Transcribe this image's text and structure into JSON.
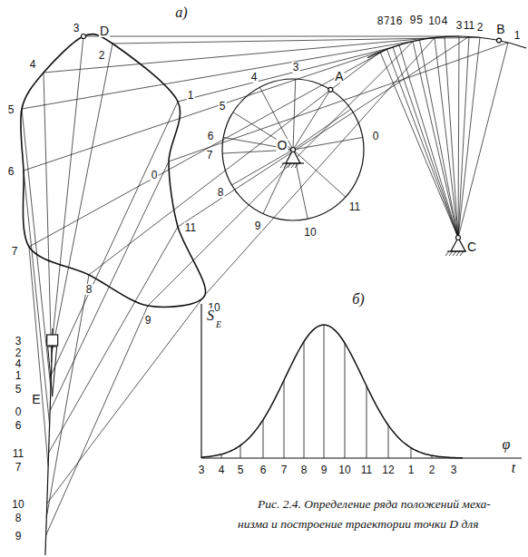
{
  "diagram": {
    "caption": "Рис. 2.4. Определение ряда положений меха- низма и построение траектории точки D для",
    "labels": [
      "а)",
      "D",
      "A",
      "B",
      "C",
      "O",
      "E",
      "4",
      "3",
      "5",
      "6",
      "7",
      "8",
      "9",
      "10",
      "11",
      "0",
      "8",
      "7",
      "1",
      "6",
      "9",
      "5",
      "10",
      "4",
      "3",
      "11",
      "2",
      "1",
      "3",
      "2",
      "4",
      "5",
      "6",
      "7",
      "8",
      "9",
      "10",
      "11",
      "0",
      "1",
      "3",
      "2",
      "4",
      "1",
      "5",
      "0",
      "6",
      "11",
      "7",
      "10",
      "8",
      "9",
      "б)",
      "S",
      "E",
      "φ",
      "t",
      "3",
      "4",
      "5",
      "6",
      "7",
      "8",
      "9",
      "10",
      "11",
      "12",
      "1",
      "2",
      "3"
    ]
  }
}
